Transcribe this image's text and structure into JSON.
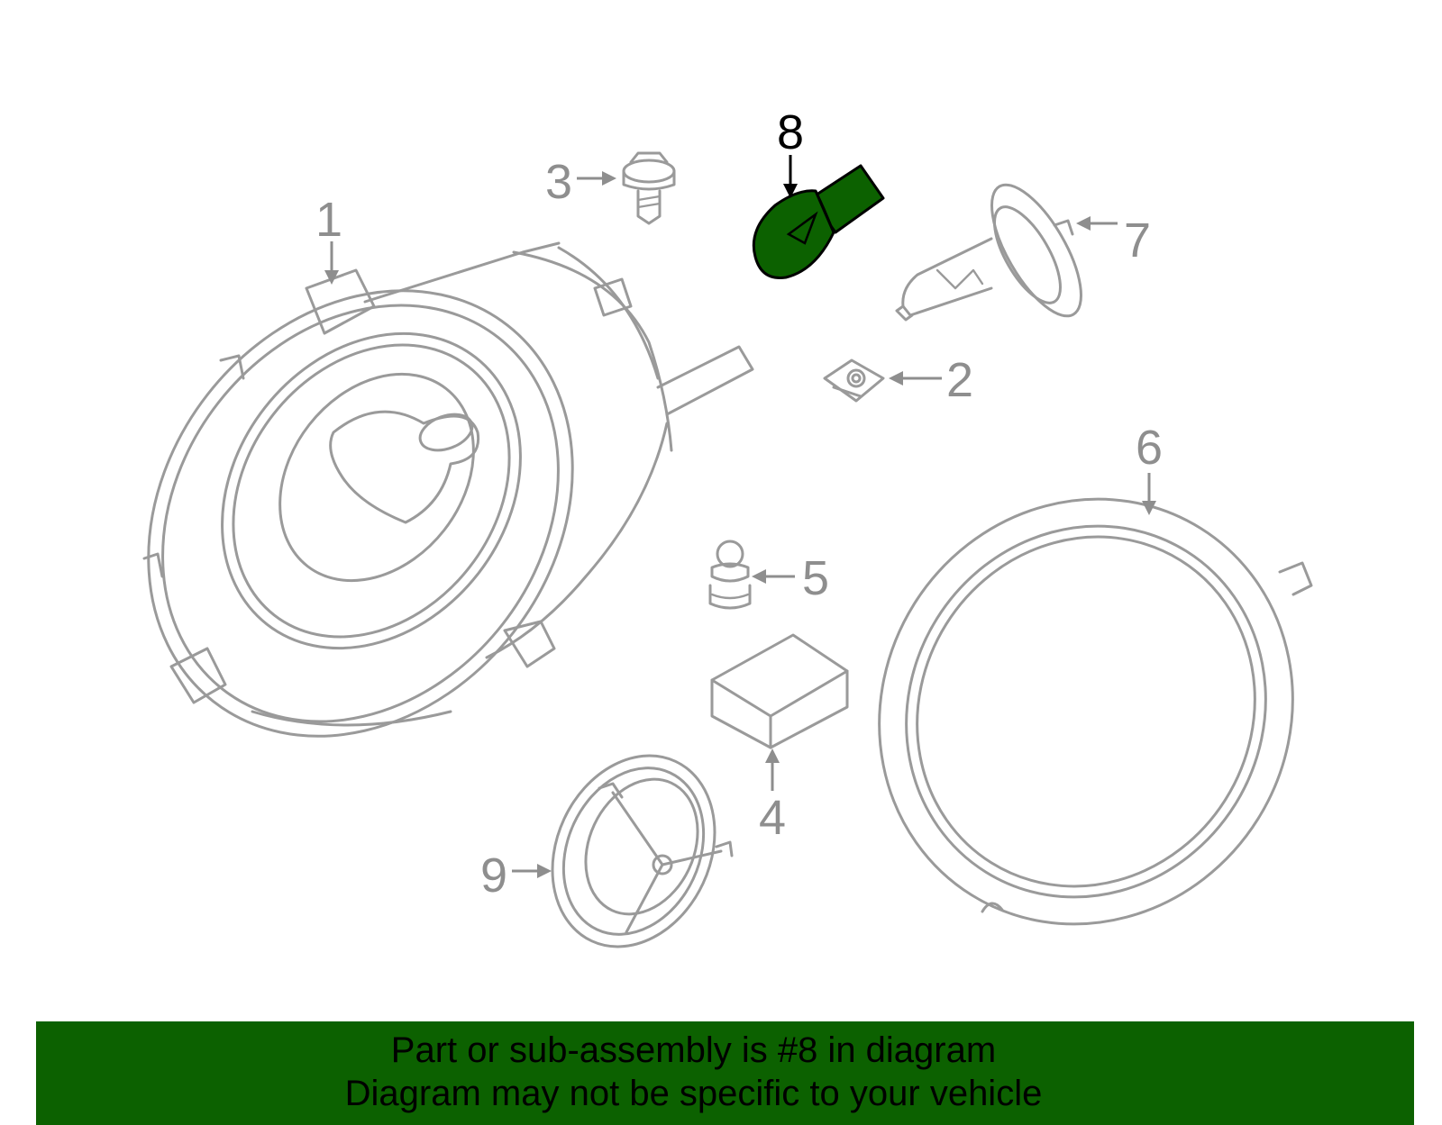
{
  "highlight_color": "#0c6100",
  "callouts": {
    "c1": "1",
    "c2": "2",
    "c3": "3",
    "c4": "4",
    "c5": "5",
    "c6": "6",
    "c7": "7",
    "c8": "8",
    "c9": "9"
  },
  "highlighted_part": "8",
  "banner": {
    "line1": "Part or sub-assembly is #8 in diagram",
    "line2": "Diagram may not be specific to your vehicle"
  }
}
